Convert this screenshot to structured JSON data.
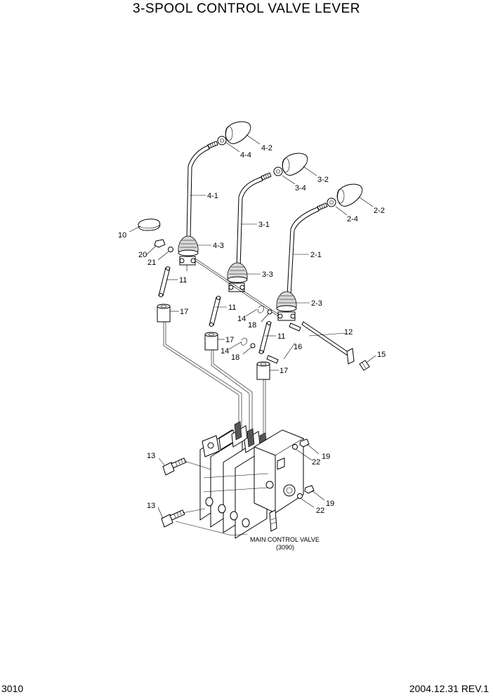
{
  "title": "3-SPOOL CONTROL VALVE LEVER",
  "page_number": "3010",
  "revision": "2004.12.31  REV.1",
  "main_valve": {
    "name": "MAIN CONTROL VALVE",
    "ref": "(3090)"
  },
  "callouts": {
    "c4_2": "4-2",
    "c4_4": "4-4",
    "c3_2": "3-2",
    "c3_4": "3-4",
    "c2_2": "2-2",
    "c2_4": "2-4",
    "c4_1": "4-1",
    "c3_1": "3-1",
    "c2_1": "2-1",
    "c10": "10",
    "c4_3": "4-3",
    "c3_3": "3-3",
    "c2_3": "2-3",
    "c20": "20",
    "c21": "21",
    "c11a": "11",
    "c11b": "11",
    "c11c": "11",
    "c17a": "17",
    "c17b": "17",
    "c17c": "17",
    "c14a": "14",
    "c18a": "18",
    "c14b": "14",
    "c18b": "18",
    "c12": "12",
    "c15": "15",
    "c16": "16",
    "c13a": "13",
    "c13b": "13",
    "c19a": "19",
    "c22a": "22",
    "c19b": "19",
    "c22b": "22"
  }
}
